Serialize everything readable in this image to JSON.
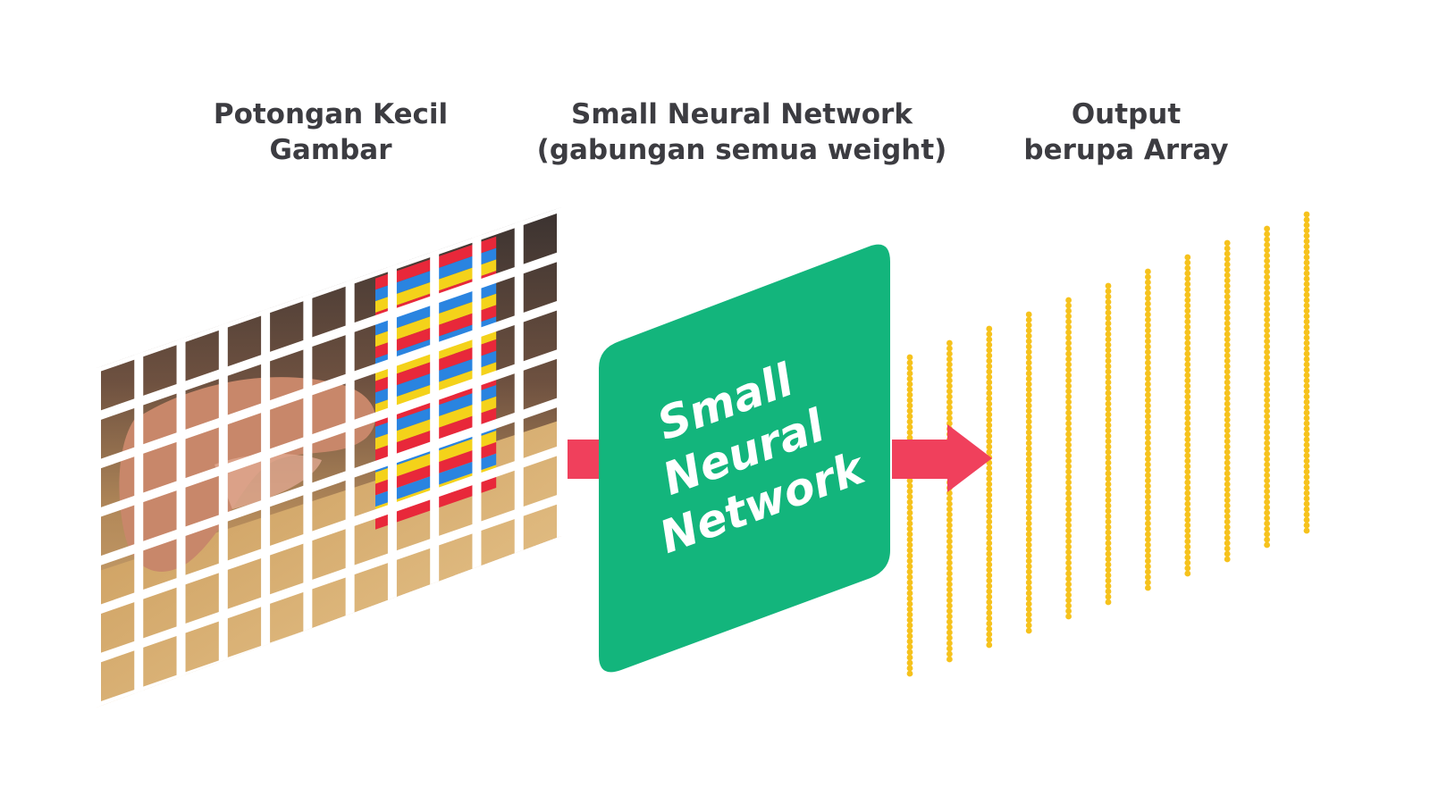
{
  "headings": {
    "patches": [
      "Potongan Kecil",
      "Gambar"
    ],
    "network": [
      "Small Neural Network",
      "(gabungan semua weight)"
    ],
    "output": [
      "Output",
      "berupa Array"
    ]
  },
  "network_box": {
    "label_lines": [
      "Small",
      "Neural",
      "Network"
    ]
  },
  "image_grid": {
    "columns": 11,
    "rows": 7
  },
  "output_array": {
    "columns": 11
  },
  "colors": {
    "heading": "#3c3c41",
    "network_fill": "#13b57c",
    "arrow": "#f0405c",
    "output_dots": "#f6c21c",
    "jenga_red": "#e8283a",
    "jenga_blue": "#2a84e0",
    "jenga_yellow": "#f4d21a"
  }
}
